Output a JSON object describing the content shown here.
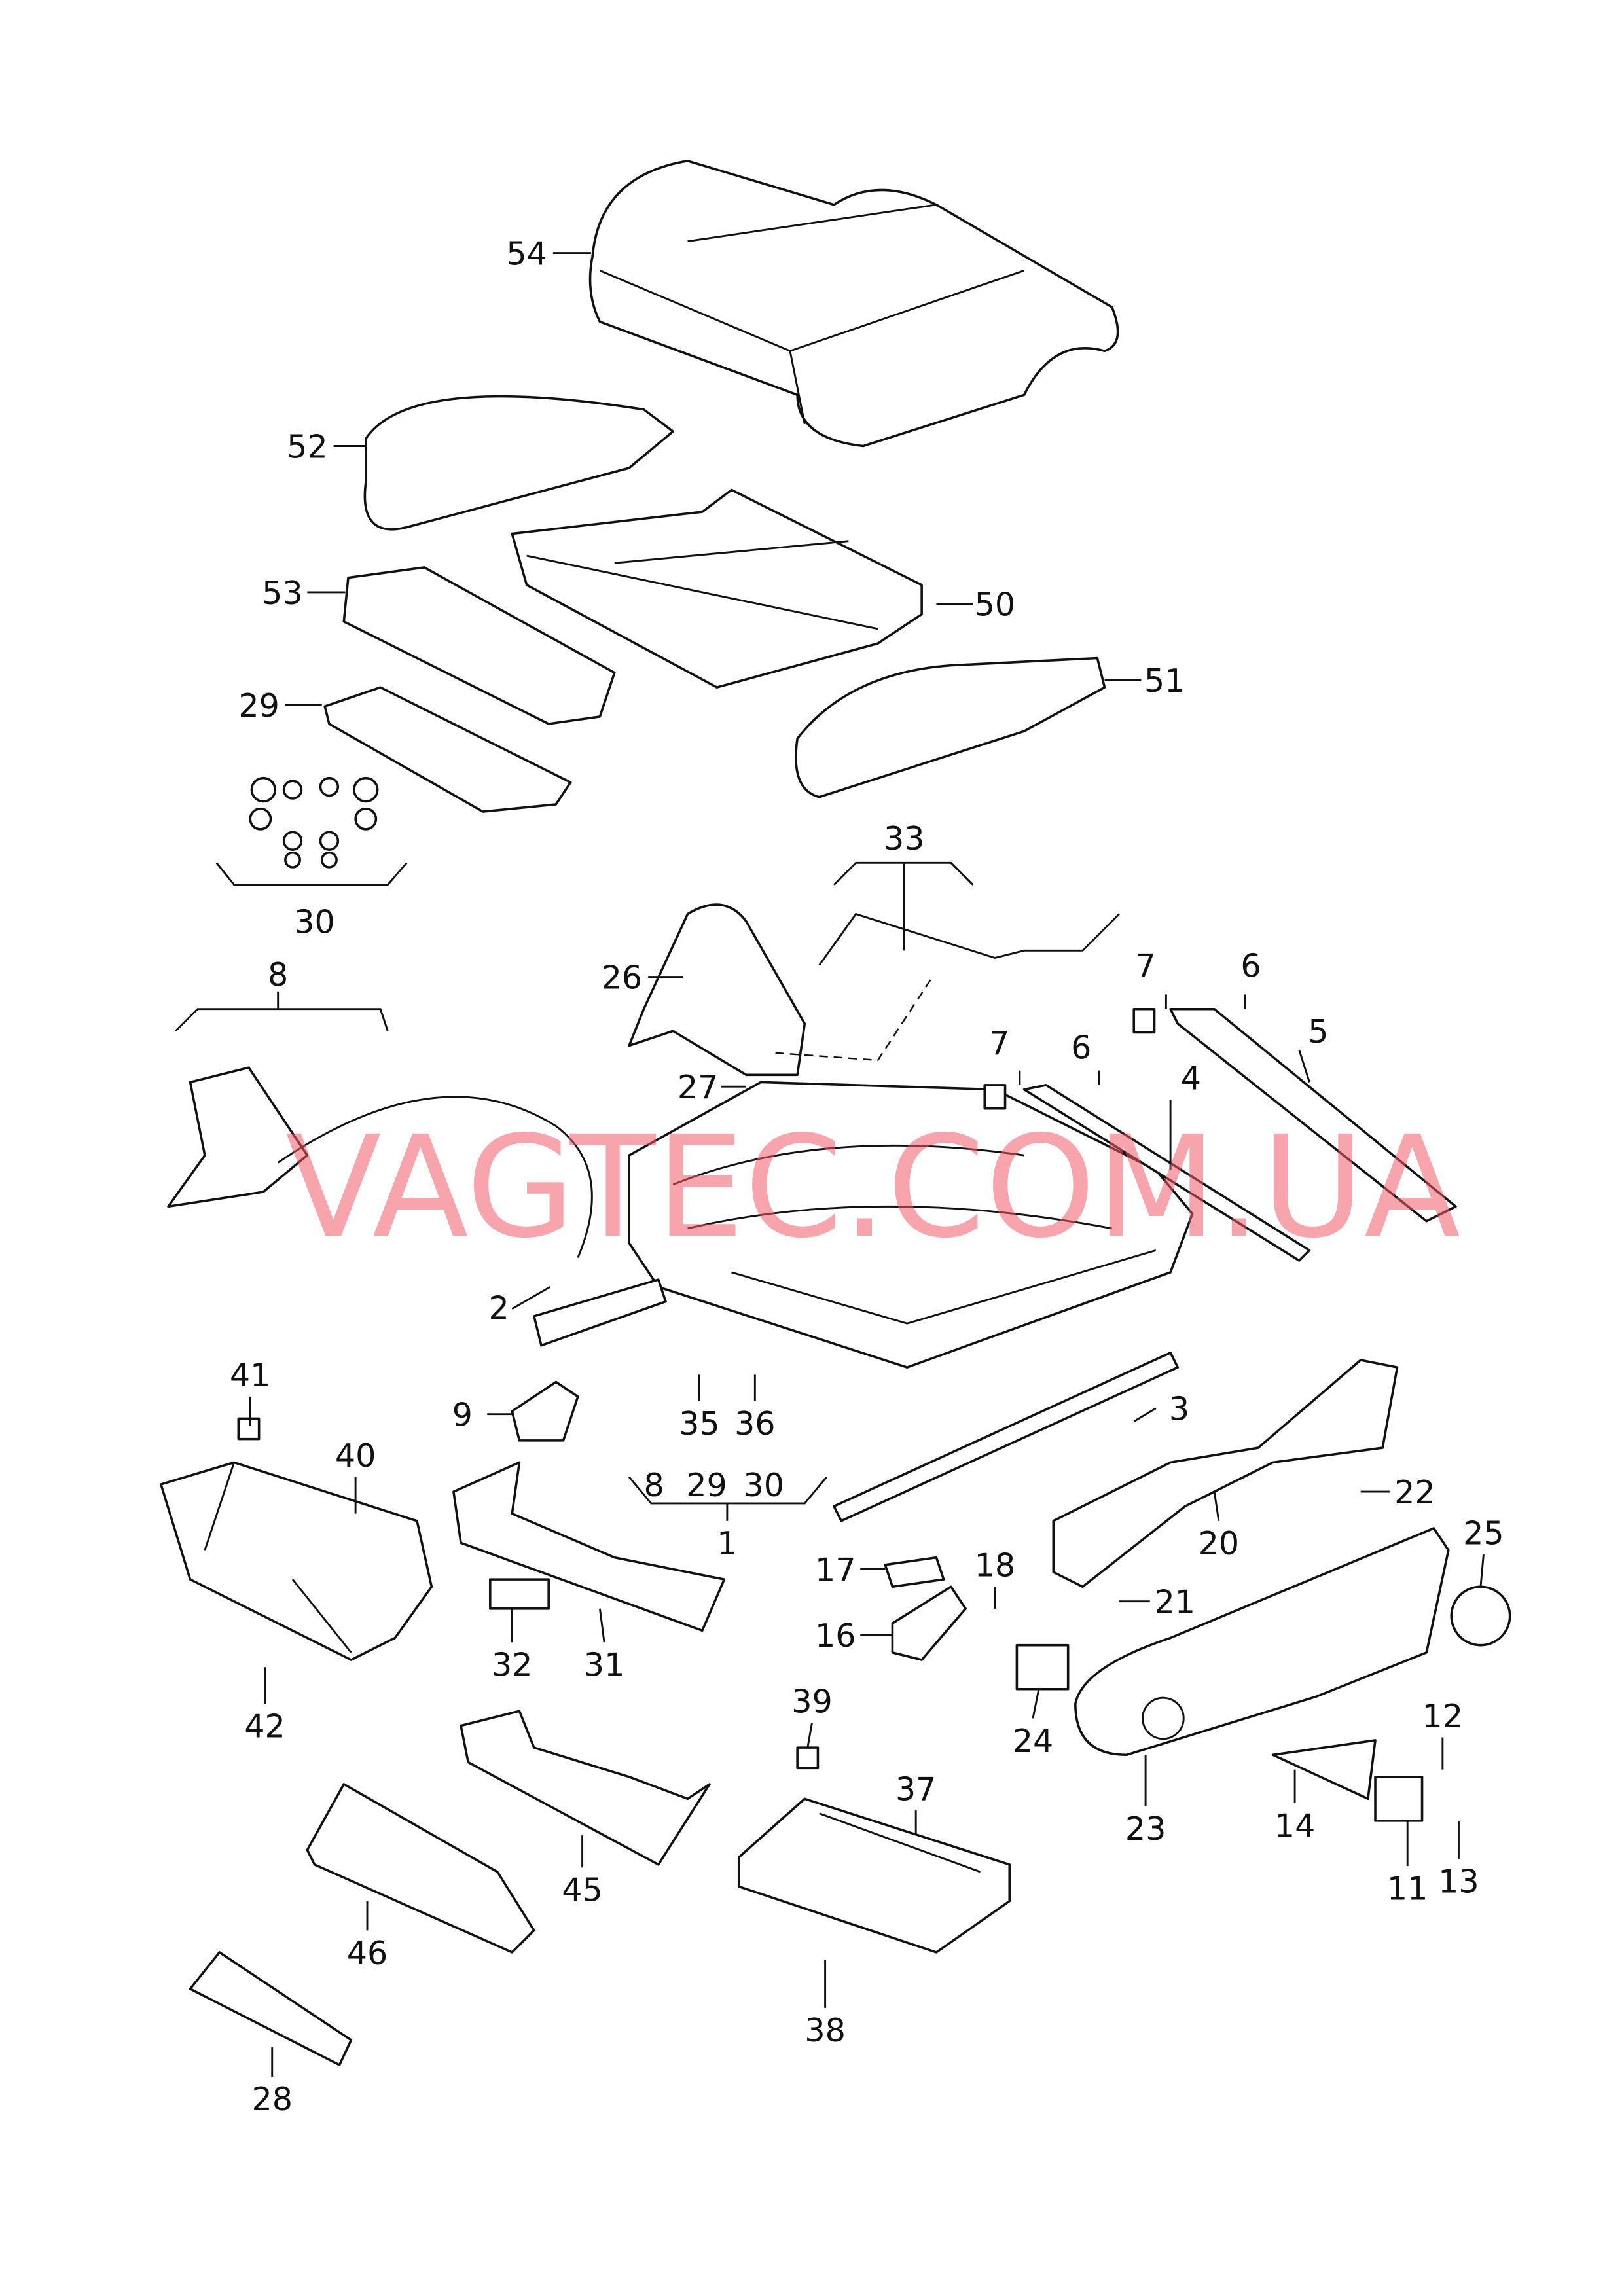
{
  "watermark": "VAGTEC.COM.UA",
  "callouts": {
    "c54": "54",
    "c52": "52",
    "c53": "53",
    "c50": "50",
    "c51": "51",
    "c29a": "29",
    "c30a": "30",
    "c33": "33",
    "c26": "26",
    "c27": "27",
    "c8a": "8",
    "c7a": "7",
    "c6a": "6",
    "c5": "5",
    "c7b": "7",
    "c6b": "6",
    "c4": "4",
    "c2": "2",
    "c9": "9",
    "c41": "41",
    "c40": "40",
    "c35": "35",
    "c36": "36",
    "c3": "3",
    "c8b": "8",
    "c29b": "29",
    "c30b": "30",
    "c1": "1",
    "c22": "22",
    "c20": "20",
    "c25": "25",
    "c17": "17",
    "c18": "18",
    "c21": "21",
    "c16": "16",
    "c32": "32",
    "c31": "31",
    "c42": "42",
    "c24": "24",
    "c12": "12",
    "c39": "39",
    "c37": "37",
    "c23": "23",
    "c14": "14",
    "c13": "13",
    "c11": "11",
    "c45": "45",
    "c46": "46",
    "c38": "38",
    "c28": "28"
  }
}
